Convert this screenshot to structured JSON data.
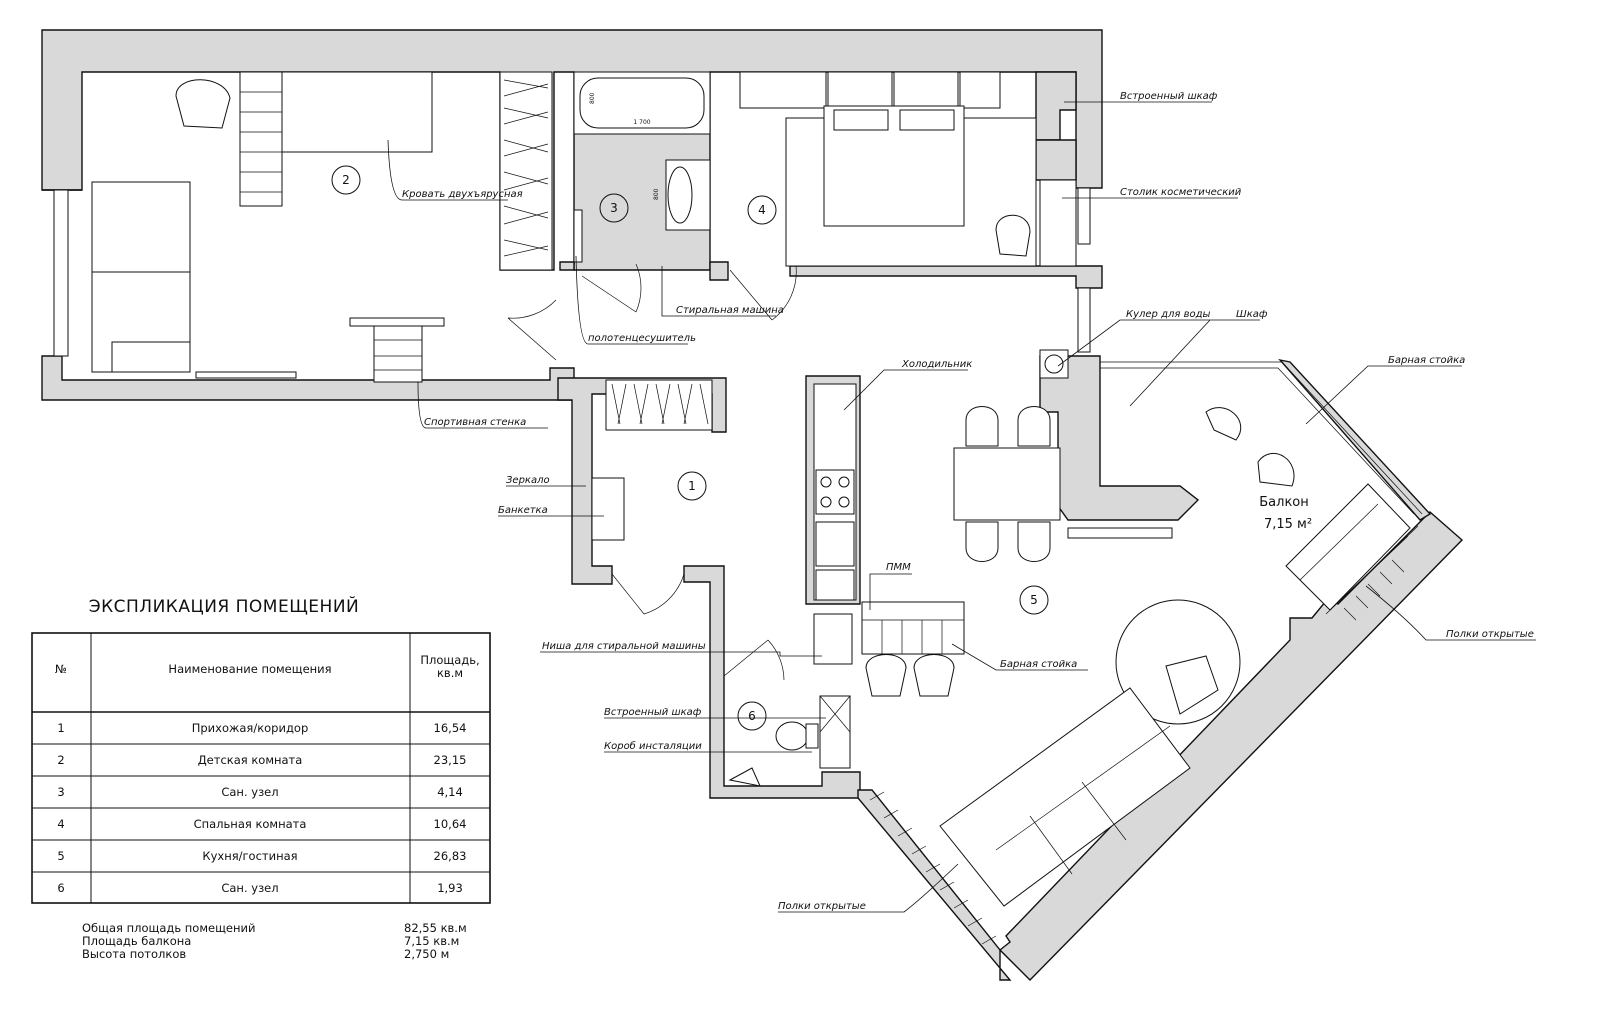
{
  "callouts": {
    "builtin_wardrobe_top": "Встроенный шкаф",
    "vanity_table": "Столик косметический",
    "bunk_bed": "Кровать двухъярусная",
    "washing_machine": "Стиральная машина",
    "towel_warmer": "полотенцесушитель",
    "sport_wall": "Спортивная стенка",
    "water_cooler": "Кулер для воды",
    "wardrobe": "Шкаф",
    "fridge": "Холодильник",
    "bar_counter_right": "Барная стойка",
    "mirror": "Зеркало",
    "bench": "Банкетка",
    "dishwasher": "ПММ",
    "washer_niche": "Ниша для стиральной машины",
    "bar_counter_center": "Барная стойка",
    "builtin_wardrobe_bath": "Встроенный шкаф",
    "installation_box": "Короб инсталяции",
    "open_shelves_right": "Полки открытые",
    "open_shelves_bottom": "Полки открытые"
  },
  "room_numbers": [
    "1",
    "2",
    "3",
    "4",
    "5",
    "6"
  ],
  "dims": {
    "bath_len": "1 700",
    "bath_w": "800",
    "sink_w": "800"
  },
  "balcony": {
    "label": "Балкон",
    "area": "7,15 м²"
  },
  "explication": {
    "title": "ЭКСПЛИКАЦИЯ ПОМЕЩЕНИЙ",
    "headers": {
      "no": "№",
      "name": "Наименование помещения",
      "area_l1": "Площадь,",
      "area_l2": "кв.м"
    },
    "rows": [
      {
        "no": "1",
        "name": "Прихожая/коридор",
        "area": "16,54"
      },
      {
        "no": "2",
        "name": "Детская комната",
        "area": "23,15"
      },
      {
        "no": "3",
        "name": "Сан. узел",
        "area": "4,14"
      },
      {
        "no": "4",
        "name": "Спальная комната",
        "area": "10,64"
      },
      {
        "no": "5",
        "name": "Кухня/гостиная",
        "area": "26,83"
      },
      {
        "no": "6",
        "name": "Сан. узел",
        "area": "1,93"
      }
    ],
    "totals": [
      {
        "label": "Общая площадь помещений",
        "value": "82,55 кв.м"
      },
      {
        "label": "Площадь балкона",
        "value": "7,15 кв.м"
      },
      {
        "label": "Высота потолков",
        "value": "2,750 м"
      }
    ]
  }
}
